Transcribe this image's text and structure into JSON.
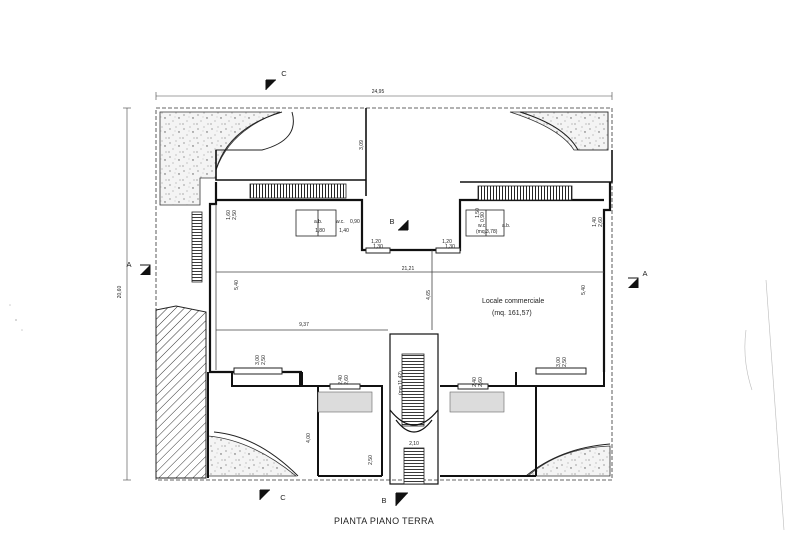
{
  "drawing": {
    "title": "PIANTA PIANO TERRA",
    "room_name": "Locale commerciale",
    "room_area": "(mq. 161,57)",
    "stair_area": "(mq.11,42)"
  },
  "section_marks": {
    "a": "A",
    "b": "B",
    "c": "C"
  },
  "labels": {
    "ab_left": "a.b.",
    "wc_left": "w.c.",
    "wc_right": "w.c.",
    "ab_right": "a.b.",
    "small_area": "(mq.3,78)"
  },
  "dimensions": {
    "top_width": "24,95",
    "left_height": "20,60",
    "top_inner": "3,09",
    "mid_width": "21,21",
    "h_left": "5,40",
    "h_right": "5,40",
    "center_h": "4,65",
    "left_span": "9,37",
    "w_180": "1,80",
    "w_140": "1,40",
    "wc_090": "0,90",
    "w_120a": "1,20",
    "w_130a": "1,30",
    "w_120b": "1,20",
    "w_130b": "1,30",
    "r_090": "0,90",
    "r_150": "1,50",
    "win_l_a": "1,60",
    "win_l_b": "2,50",
    "win_r_a": "1,40",
    "win_r_b": "2,60",
    "bl_a": "3,00",
    "bl_b": "2,50",
    "br_a": "3,00",
    "br_b": "2,50",
    "cl_a": "2,40",
    "cl_b": "2,60",
    "cr_a": "2,40",
    "cr_b": "2,60",
    "stair_w": "2,10",
    "low_h": "4,00",
    "bottom_h": "2,50"
  }
}
